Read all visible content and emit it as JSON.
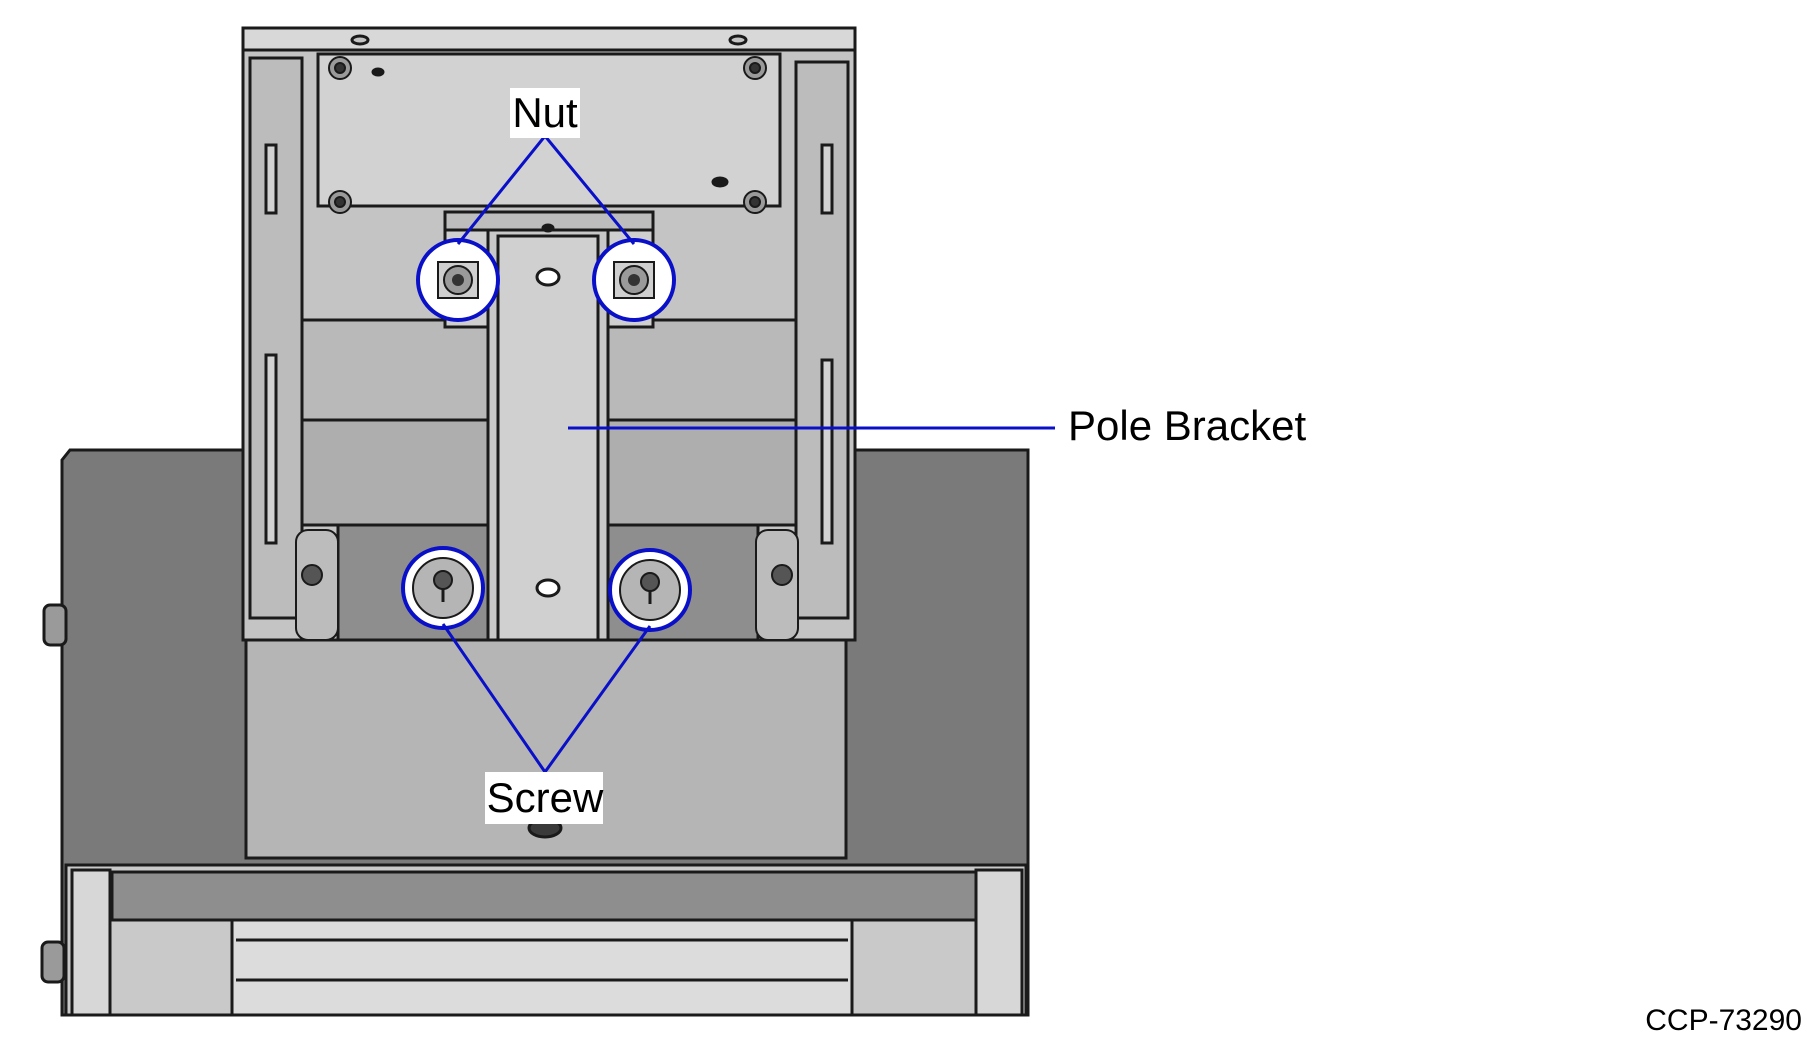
{
  "labels": {
    "nut": "Nut",
    "screw": "Screw",
    "pole_bracket": "Pole Bracket"
  },
  "figure_id": "CCP-73290",
  "colors": {
    "callout": "#0a10c8",
    "outline": "#1a1a1a",
    "dark_body": "#7a7a7a",
    "mid_panel": "#b5b5b5",
    "light_panel": "#d2d2d2",
    "inner_shadow": "#8e8e8e"
  }
}
